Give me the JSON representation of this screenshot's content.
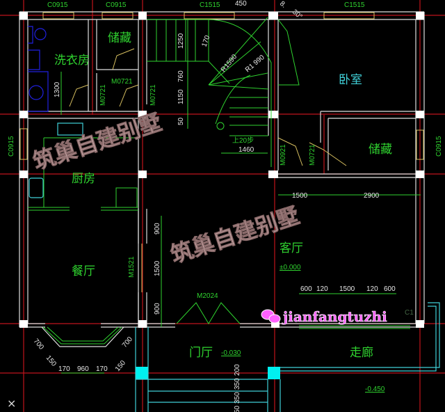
{
  "colors": {
    "background": "#000000",
    "axis": "#c0141c",
    "wall": "#e0e0e0",
    "annotation": "#2fd22f",
    "door": "#d8c060",
    "fixture": "#2020e0",
    "bedroom_label": "#40d0d8",
    "watermark": "#e8c8c8",
    "watermark_handle": "#ff60ff"
  },
  "windows": {
    "top_left_1": "C0915",
    "top_left_2": "C0915",
    "top_mid": "C1515",
    "top_right": "C1515",
    "left": "C0915",
    "right": "C0915"
  },
  "rooms": {
    "laundry": "洗衣房",
    "storage_top": "储藏",
    "bedroom": "卧室",
    "storage_right": "储藏",
    "kitchen": "厨房",
    "dining": "餐厅",
    "living": "客厅",
    "foyer": "门厅",
    "corridor": "走廊"
  },
  "doors": {
    "d1": "M0721",
    "d2": "M0721",
    "d3": "M0721",
    "d4": "M0921",
    "d5": "M0721",
    "d6": "M1521",
    "d7": "M2024"
  },
  "stairs": {
    "up_label": "上20步",
    "width": "1460",
    "d1250": "1250",
    "d760": "760",
    "d1150": "1150",
    "d50": "50",
    "d170": "170",
    "r990": "R1 990",
    "r1590": "R1590",
    "d450": "450",
    "angle1": "8.",
    "angle2": "30°"
  },
  "dimensions": {
    "laundry_1300": "1300",
    "bed_1500": "1500",
    "bed_2900": "2900",
    "v900a": "900",
    "v1500": "1500",
    "v900b": "900",
    "w600a": "600",
    "w120a": "120",
    "w1500": "1500",
    "w120b": "120",
    "w600b": "600",
    "bay_170a": "170",
    "bay_960": "960",
    "bay_170b": "170",
    "bay_700a": "700",
    "bay_150a": "150",
    "bay_700b": "700",
    "bay_150b": "150",
    "step_200": "200",
    "step_350a": "350",
    "step_350b": "350",
    "step_50": "50"
  },
  "elevations": {
    "living": "±0.000",
    "foyer": "-0.030",
    "outside": "-0.450"
  },
  "window_tag": "C1",
  "watermarks": {
    "brand": "筑巢自建别墅",
    "handle": "jianfangtuzhi"
  }
}
